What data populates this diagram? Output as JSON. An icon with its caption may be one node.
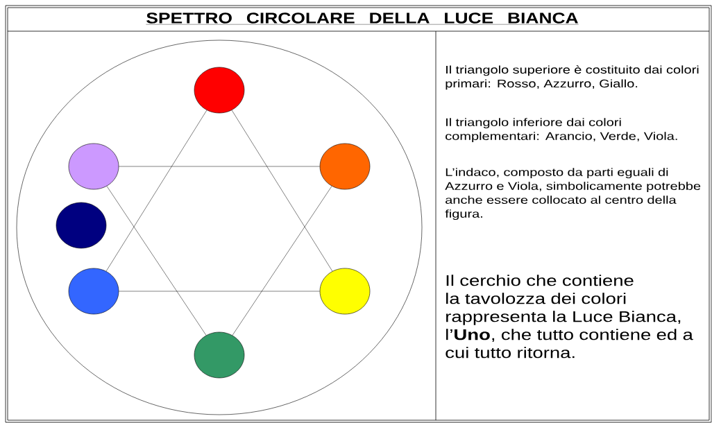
{
  "diagram": {
    "title": "SPETTRO  CIRCOLARE  DELLA  LUCE  BIANCA",
    "nodes": [
      {
        "text": [],
        "shape": "circle"
      },
      {
        "text": [],
        "shape": "circle",
        "in": 0
      },
      {
        "text": [],
        "shape": "circle",
        "in": 0
      },
      {
        "text": [],
        "shape": "circle",
        "in": 0
      },
      {
        "text": [],
        "shape": "circle",
        "in": 0
      },
      {
        "text": [],
        "shape": "circle",
        "in": 0
      },
      {
        "text": [],
        "shape": "circle",
        "in": 0
      },
      {
        "text": [],
        "shape": "circle",
        "in": 0
      }
    ],
    "edges": [
      {
        "from": 1,
        "to": 5,
        "arrow": "none"
      },
      {
        "from": 1,
        "to": 6,
        "arrow": "none"
      },
      {
        "from": 5,
        "to": 6,
        "arrow": "none"
      },
      {
        "from": 2,
        "to": 3,
        "arrow": "none"
      },
      {
        "from": 3,
        "to": 7,
        "arrow": "none"
      },
      {
        "from": 2,
        "to": 7,
        "arrow": "none"
      }
    ],
    "labels": [
      "Il triangolo superiore è costituito dai colori primari: Rosso, Azzurro, Giallo.",
      "Il triangolo inferiore dai colori complementari: Arancio, Verde, Viola.",
      "L’indaco, composto da parti eguali di Azzurro e Viola, simbolicamente potrebbe anche essere collocato al centro della figura.",
      "Il cerchio che contiene la tavolozza dei colori rappresenta la Luce Bianca, l’**Uno**, che tutto contiene ed a cui tutto ritorna."
    ]
  }
}
